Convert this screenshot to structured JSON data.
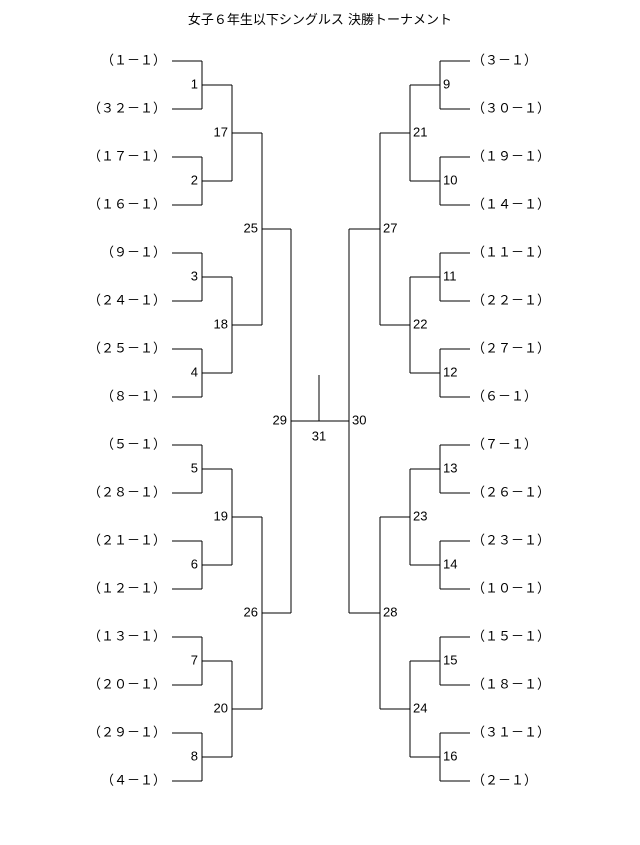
{
  "title": "女子６年生以下シングルス 決勝トーナメント",
  "left_entries": [
    "（１－１）",
    "（３２－１）",
    "（１７－１）",
    "（１６－１）",
    "（９－１）",
    "（２４－１）",
    "（２５－１）",
    "（８－１）",
    "（５－１）",
    "（２８－１）",
    "（２１－１）",
    "（１２－１）",
    "（１３－１）",
    "（２０－１）",
    "（２９－１）",
    "（４－１）"
  ],
  "right_entries": [
    "（３－１）",
    "（３０－１）",
    "（１９－１）",
    "（１４－１）",
    "（１１－１）",
    "（２２－１）",
    "（２７－１）",
    "（６－１）",
    "（７－１）",
    "（２６－１）",
    "（２３－１）",
    "（１０－１）",
    "（１５－１）",
    "（１８－１）",
    "（３１－１）",
    "（２－１）"
  ],
  "left_matches": [
    [
      "1",
      "2",
      "3",
      "4",
      "5",
      "6",
      "7",
      "8"
    ],
    [
      "17",
      "18",
      "19",
      "20"
    ],
    [
      "25",
      "26"
    ],
    [
      "29"
    ]
  ],
  "right_matches": [
    [
      "9",
      "10",
      "11",
      "12",
      "13",
      "14",
      "15",
      "16"
    ],
    [
      "21",
      "22",
      "23",
      "24"
    ],
    [
      "27",
      "28"
    ],
    [
      "30"
    ]
  ],
  "final_match": "31"
}
